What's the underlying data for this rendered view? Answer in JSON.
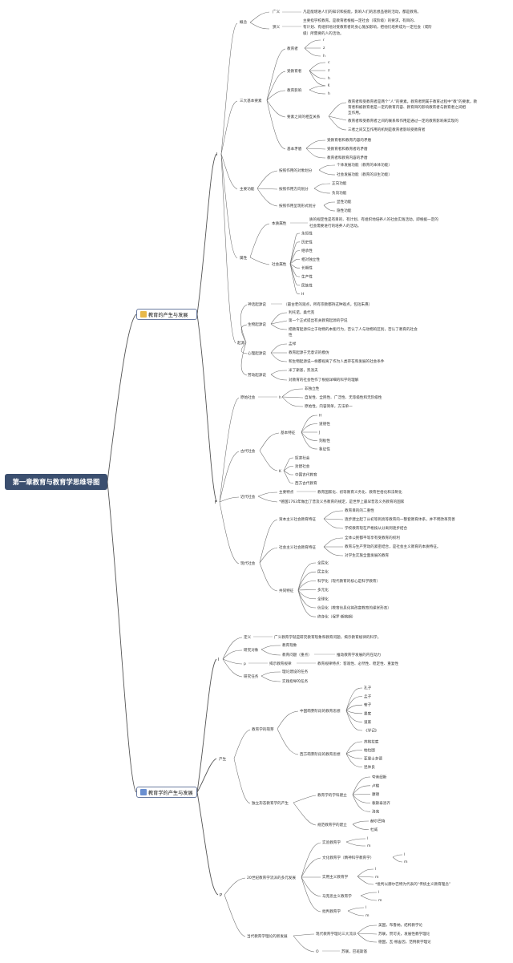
{
  "root": "第一章教育与教育学思维导图",
  "icons": {
    "book_icon": "book-icon",
    "notebook_icon": "notebook-icon"
  },
  "colors": {
    "root_bg": "#3b4f6f",
    "book": "#e8b84a",
    "notebook": "#6a8fd0"
  },
  "s1": {
    "title": "教育的产生与发展",
    "g1": "I",
    "gainian": "概念",
    "guangyi": "广义",
    "guangyi_t": "凡是能增进人们的知识和技能，影响人们的思想品德的活动，都是教育。",
    "xiayi": "狭义",
    "xiayi_t1": "主要指学校教育。是教育者根据一定社会（或阶级）的要求，有目的、",
    "xiayi_t2": "有计划、有组织地对受教育者的身心施加影响，把他们培养成为一定社会（或阶",
    "xiayi_t3": "级）所需要的人的活动。",
    "sanda": "三大基本要素",
    "jiaoyuzhe": "教育者",
    "jyz_items": [
      "r",
      "z",
      "h"
    ],
    "shoujiaoyuzhe": "受教育者",
    "sjyz_items": [
      "c",
      "z",
      "h",
      "s"
    ],
    "jiaoyuyingxiang": "教育影响",
    "jyyx_items": [
      "r",
      "h"
    ],
    "yaosu_gx": "要素之间的相互关系",
    "gx1": "教育者和受教育者是两个“人”的要素。教育者明属于教育过程中“教”的要素，教",
    "gx1b": "育者和被教育者是一定的教育内容、教育目的影响教育者与教育者之间相",
    "gx1c": "互作用。",
    "gx2": "教育者和受教育者之间的联系和作用是通过一定的教育影响来实现的",
    "gx3": "三者之间又互作用的机制是教育者影响受教育者",
    "jiben_maodun": "基本矛盾",
    "jm1": "受教育者和教育内容的矛盾",
    "jm2": "受教育者和教育者的矛盾",
    "jm3": "教育者和教育内容的矛盾",
    "zhuyao_gn": "主要功能",
    "gn_a": "按照作用的对象划分",
    "gn_a1": "个体发展功能（教育的本体功能）",
    "gn_a2": "社会发展功能（教育的派生功能）",
    "gn_b": "按照作用方向划分",
    "gn_b1": "正向功能",
    "gn_b2": "负向功能",
    "gn_c": "按照作用呈现形式划分",
    "gn_c1": "显性功能",
    "gn_c2": "隐性功能",
    "shuxing": "属性",
    "benzhi": "本质属性",
    "benzhi_t1": "质的规定性是有目的、有计划、有组织地培养人的社会实践活动。即根据一定的",
    "benzhi_t2": "社会需要进行的培养人的活动。",
    "shehui_sx": "社会属性",
    "sx_items": [
      "永恒性",
      "历史性",
      "继承性",
      "相对独立性",
      "长期性",
      "生产性",
      "民族性",
      "H"
    ],
    "qiyuan": "起源",
    "shenhua": "神话起源说",
    "shenhua_t": "（最古老的观点，所有宗教都持这种观点，包括朱熹）",
    "shengwu": "生物起源说",
    "sw1": "利托诺，桑代克",
    "sw2": "第一个正式提出有关教育起源的学说",
    "sw3": "把教育起源归之于动物的本能行为，否认了人与动物的区别，否认了教育的社会",
    "sw3b": "性",
    "xinli": "心理起源说",
    "xl1": "孟禄",
    "xl2": "教育起源于无意识的模仿",
    "xl3": "和生物起源说一样都视离了作为人类存在和发展的社会条件",
    "laodong": "劳动起源说",
    "ld1": "米丁斯基，凯洛夫",
    "ld2": "对教育的社会性作了根据详细的科学的理解",
    "g2": "F",
    "yuanshi": "原始社会",
    "ys_k": "h",
    "ys1": "非独立性",
    "ys2": "自发性、全民性、广泛性、无等级性和无阶级性",
    "ys3": "原始性，内容简单，方法单一",
    "gudai": "古代社会",
    "gd_jbtz": "基本特征",
    "gd_items": [
      "H",
      "道德性",
      "J",
      "刻板性",
      "象征性"
    ],
    "gd_k": "K",
    "gd_k_items": [
      "奴隶社会",
      "封建社会",
      "中国古代教育",
      "西方古代教育"
    ],
    "jindai": "近代社会",
    "jd_tz": "主要特点",
    "jd_t1": "教育国家化、初等教育义务化、教育世俗化和法制化",
    "jd_t2": "*德国1763年做出了普及义务教育的规定，是世界上最早普及义务教育的国家",
    "xiandai": "现代社会",
    "zb": "资本主义社会教育特征",
    "zb1": "教育目的的二重性",
    "zb2": "逐步建立起了从初等到高等教育的一整套教育体系，并不明改革完善",
    "zb3": "学校教育现在严格按从分离到逐步结合",
    "sh": "社会主义社会教育特征",
    "sh1": "全体公民都平等享有受教育的权利",
    "sh2": "教育与生产劳动的紧密结合，是社会主义教育的本质特征。",
    "sh3": "对学生实施全面发展的教育",
    "gt": "共同特征",
    "gt_items": [
      "全民化",
      "民主化",
      "科学化（现代教育的核心是科学教育）",
      "多元化",
      "全球化",
      "信息化（教育信息化将改变教育的课堂形态）",
      "终身化（保罗·朗格朗）"
    ]
  },
  "s2": {
    "title": "教育学的产生与发展",
    "g1": "I",
    "dingyi": "定义",
    "dingyi_t": "广义教育学就是研究教育现象和教育问题，揭示教育规律的科学。",
    "yjdx": "研究对象",
    "yjdx1": "教育现象",
    "yjdx2": "教育问题（重点）",
    "yjdx2_t": "推动教育学发展的内在动力",
    "p": "p",
    "jieshi": "揭示教育规律",
    "jieshi_t": "教育规律特点：客观性、必然性、稳定性、重复性",
    "yjrw": "研究任务",
    "yjrw1": "理论建设的任务",
    "yjrw2": "实践指导的任务",
    "chansheng": "产生",
    "mengya": "教育学的萌芽",
    "zg": "中国萌芽阶段的教育思想",
    "zg_items": [
      "孔子",
      "孟子",
      "荀子",
      "墨家",
      "道家",
      "《学记》"
    ],
    "xf": "西方萌芽阶段的教育思想",
    "xf_items": [
      "苏格拉底",
      "柏拉图",
      "亚里士多德",
      "昆体良"
    ],
    "duli": "独立形态教育学的产生",
    "dl_a": "教育学的学科建立",
    "dl_a_items": [
      "夸美纽斯",
      "卢梭",
      "康德",
      "裴斯泰洛齐",
      "洛克"
    ],
    "dl_b": "规范教育学的建立",
    "dl_b_items": [
      "赫尔巴特",
      "杜威"
    ],
    "p2": "P",
    "ershi": "20世纪教育学流派的多元发展",
    "ss": "实验教育学",
    "ss_items": [
      "l",
      "m"
    ],
    "wh": "文化教育学（精神科学教育学）",
    "wh_items": [
      "l",
      "m"
    ],
    "sy": "实用主义教育学",
    "sy_items": [
      "l",
      "m"
    ],
    "sy_note": "*批判以赫尔巴特为代表的“传统主义教育理念”",
    "mk": "马克思主义教育学",
    "mk_items": [
      "l",
      "m"
    ],
    "pp": "批判教育学",
    "pp_items": [
      "l",
      "m"
    ],
    "dangdai": "当代教育学理论的新发展",
    "dd_a": "现代教育学理论三大流派",
    "dd_a1": "美国，布鲁纳，结构教学论",
    "dd_a2": "苏联，赞可夫，发展性教学理论",
    "dd_a3": "德国，瓦·根舍因，范例教学理论",
    "dd_o": "O",
    "dd_o1": "苏联，巴班斯基"
  }
}
